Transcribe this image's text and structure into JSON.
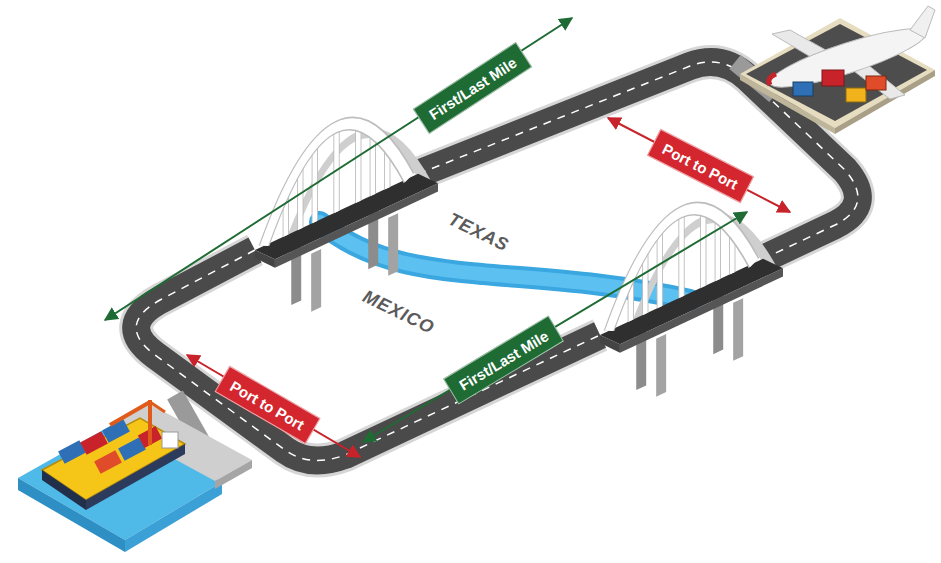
{
  "diagram": {
    "nodes": [
      {
        "text": [
          "First/Last Mile"
        ]
      },
      {
        "text": [
          "Port to Port"
        ]
      },
      {
        "text": [
          "Port to Port"
        ]
      },
      {
        "text": [
          "First/Last Mile"
        ]
      }
    ],
    "labels": [
      "TEXAS",
      "MEXICO"
    ]
  }
}
